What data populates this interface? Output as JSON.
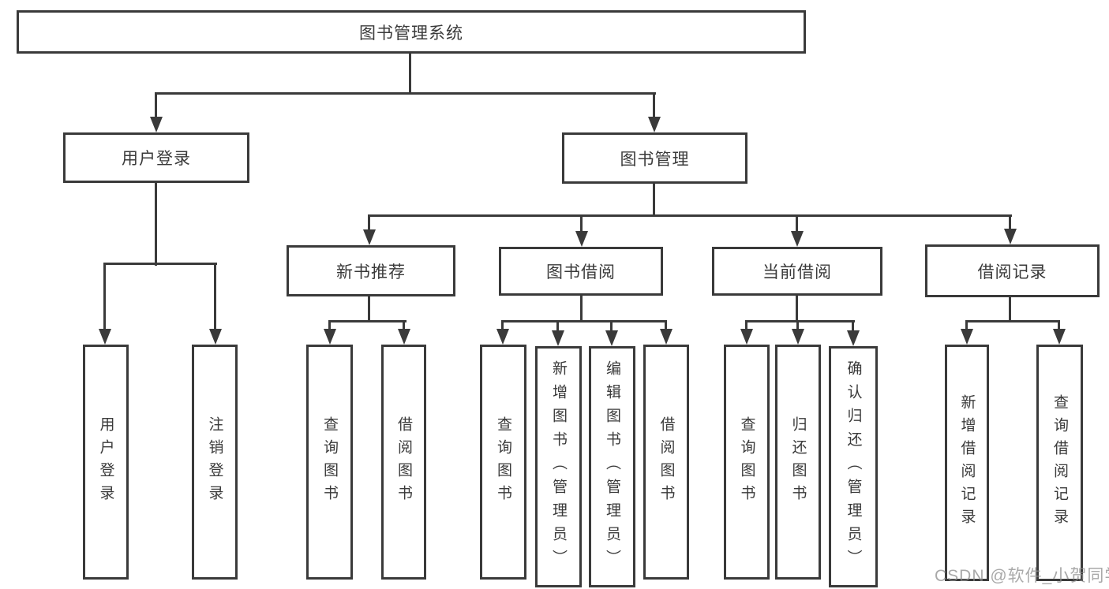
{
  "tree": {
    "root": {
      "label": "图书管理系统"
    },
    "user_login": {
      "label": "用户登录",
      "children": [
        "用户登录",
        "注销登录"
      ]
    },
    "book_management": {
      "label": "图书管理",
      "new_book_recommend": {
        "label": "新书推荐",
        "children": [
          "查询图书",
          "借阅图书"
        ]
      },
      "book_borrowing": {
        "label": "图书借阅",
        "children": [
          "查询图书",
          "新增图书（管理员）",
          "编辑图书（管理员）",
          "借阅图书"
        ]
      },
      "current_borrowing": {
        "label": "当前借阅",
        "children": [
          "查询图书",
          "归还图书",
          "确认归还（管理员）"
        ]
      },
      "borrowing_records": {
        "label": "借阅记录",
        "children": [
          "新增借阅记录",
          "查询借阅记录"
        ]
      }
    }
  },
  "colors": {
    "line": "#3a3a3a",
    "background": "#ffffff",
    "watermark": "#8c8c8c"
  },
  "watermark": {
    "text": "CSDN @软件_小贺同学"
  }
}
